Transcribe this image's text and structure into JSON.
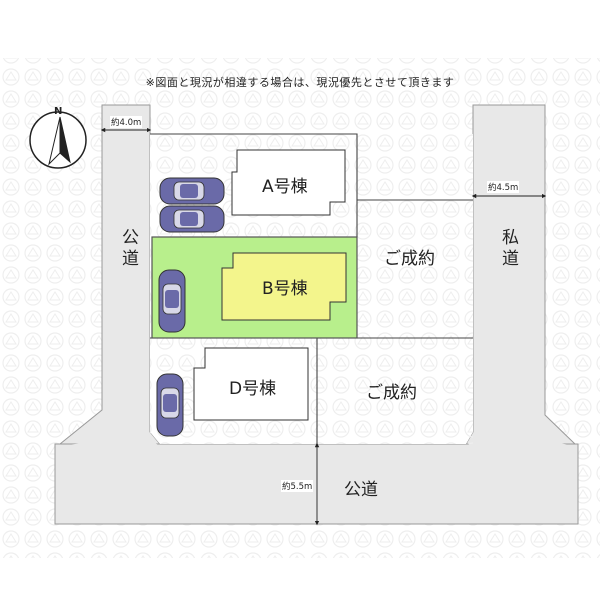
{
  "note": "※図面と現況が相違する場合は、現況優先とさせて頂きます",
  "compass": {
    "label": "N",
    "icon": "north-arrow-icon"
  },
  "lots": {
    "a": {
      "label": "A号棟",
      "highlighted": false
    },
    "b": {
      "label": "B号棟",
      "highlighted": true
    },
    "d": {
      "label": "D号棟",
      "highlighted": false
    },
    "sold_1": {
      "label": "ご成約"
    },
    "sold_2": {
      "label": "ご成約"
    }
  },
  "roads": {
    "left": "公道",
    "right": "私道",
    "bottom": "公道"
  },
  "dimensions": {
    "left_road": "約4.0m",
    "right_road": "約4.5m",
    "bottom_road": "約5.5m"
  },
  "colors": {
    "road": "#e8e8e8",
    "road_border": "#999999",
    "highlight_lot": "#b8ef8c",
    "highlight_building": "#f3f58c",
    "car": "#6a6aa8"
  }
}
